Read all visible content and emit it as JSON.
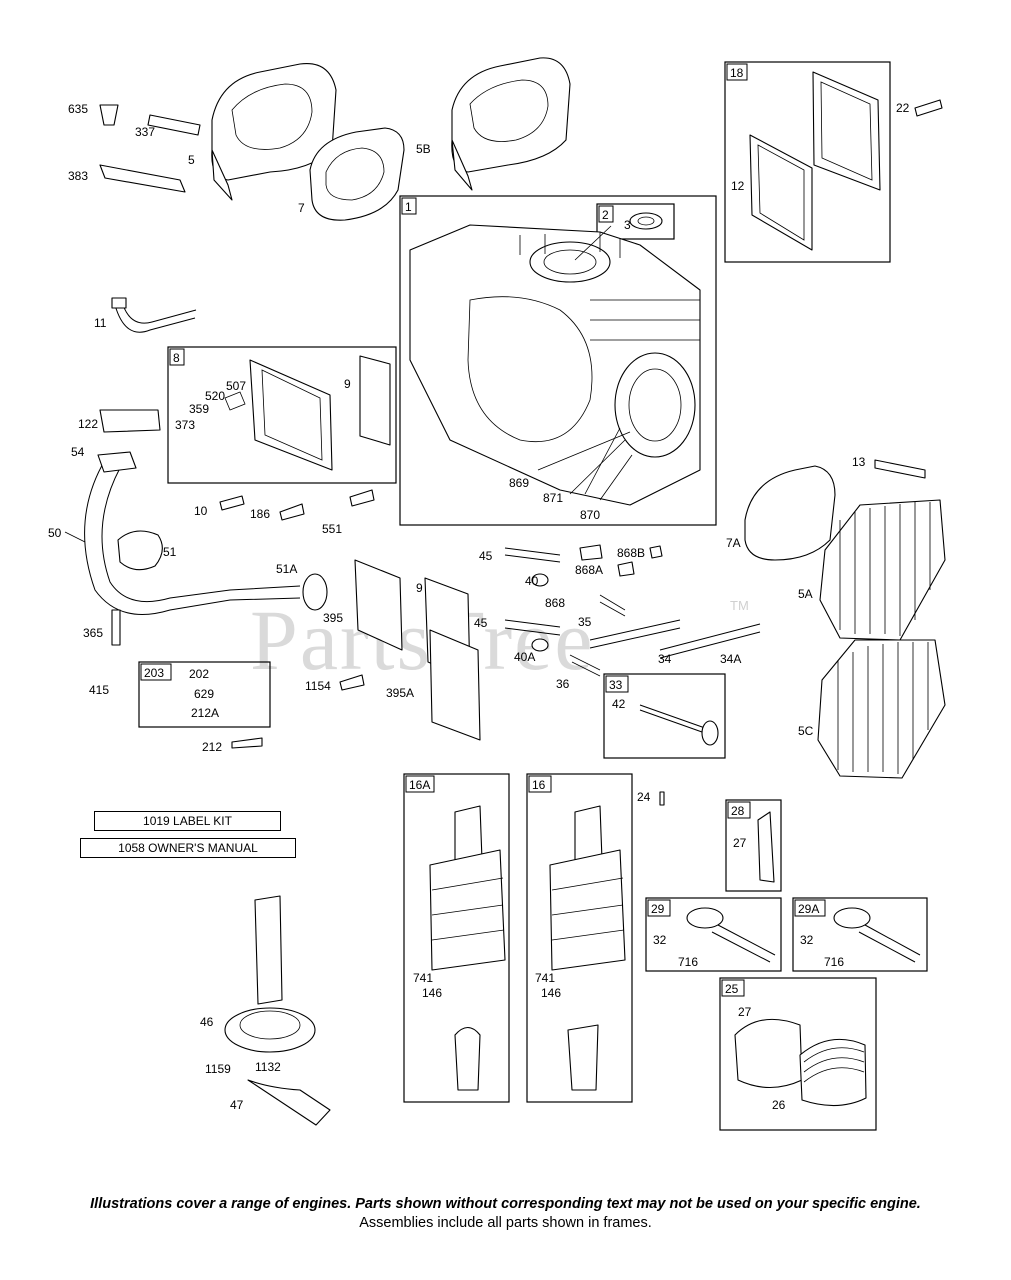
{
  "watermark": {
    "brand": "PartsTree",
    "trademark": "TM"
  },
  "kits": {
    "label_kit": "1019 LABEL KIT",
    "owners_manual": "1058 OWNER'S MANUAL"
  },
  "footer": {
    "note": "Illustrations cover a range of engines. Parts shown without corresponding text may not be used on your specific engine.",
    "assemblies": "Assemblies include all parts shown in frames."
  },
  "frames": {
    "f18": "18",
    "f1": "1",
    "f2": "2",
    "f8": "8",
    "f203": "203",
    "f33": "33",
    "f16a": "16A",
    "f16": "16",
    "f28": "28",
    "f29": "29",
    "f29a": "29A",
    "f25": "25"
  },
  "parts": {
    "p635": "635",
    "p337": "337",
    "p5": "5",
    "p383": "383",
    "p5b": "5B",
    "p7": "7",
    "p22": "22",
    "p12": "12",
    "p3": "3",
    "p11": "11",
    "p507": "507",
    "p520": "520",
    "p359": "359",
    "p373": "373",
    "p9a": "9",
    "p122": "122",
    "p54": "54",
    "p869": "869",
    "p871": "871",
    "p870": "870",
    "p13": "13",
    "p7a": "7A",
    "p10": "10",
    "p186": "186",
    "p551": "551",
    "p50": "50",
    "p51": "51",
    "p51a": "51A",
    "p45a": "45",
    "p40": "40",
    "p868a": "868A",
    "p868b": "868B",
    "p868": "868",
    "p9b": "9",
    "p395": "395",
    "p35": "35",
    "p45b": "45",
    "p40a": "40A",
    "p34": "34",
    "p34a": "34A",
    "p5a": "5A",
    "p365": "365",
    "p202": "202",
    "p629": "629",
    "p212a": "212A",
    "p415": "415",
    "p1154": "1154",
    "p395a": "395A",
    "p36": "36",
    "p42": "42",
    "p5c": "5C",
    "p212": "212",
    "p24": "24",
    "p27a": "27",
    "p32a": "32",
    "p716a": "716",
    "p32b": "32",
    "p716b": "716",
    "p741a": "741",
    "p146a": "146",
    "p741b": "741",
    "p146b": "146",
    "p46": "46",
    "p27b": "27",
    "p26": "26",
    "p1159": "1159",
    "p1132": "1132",
    "p47": "47"
  }
}
